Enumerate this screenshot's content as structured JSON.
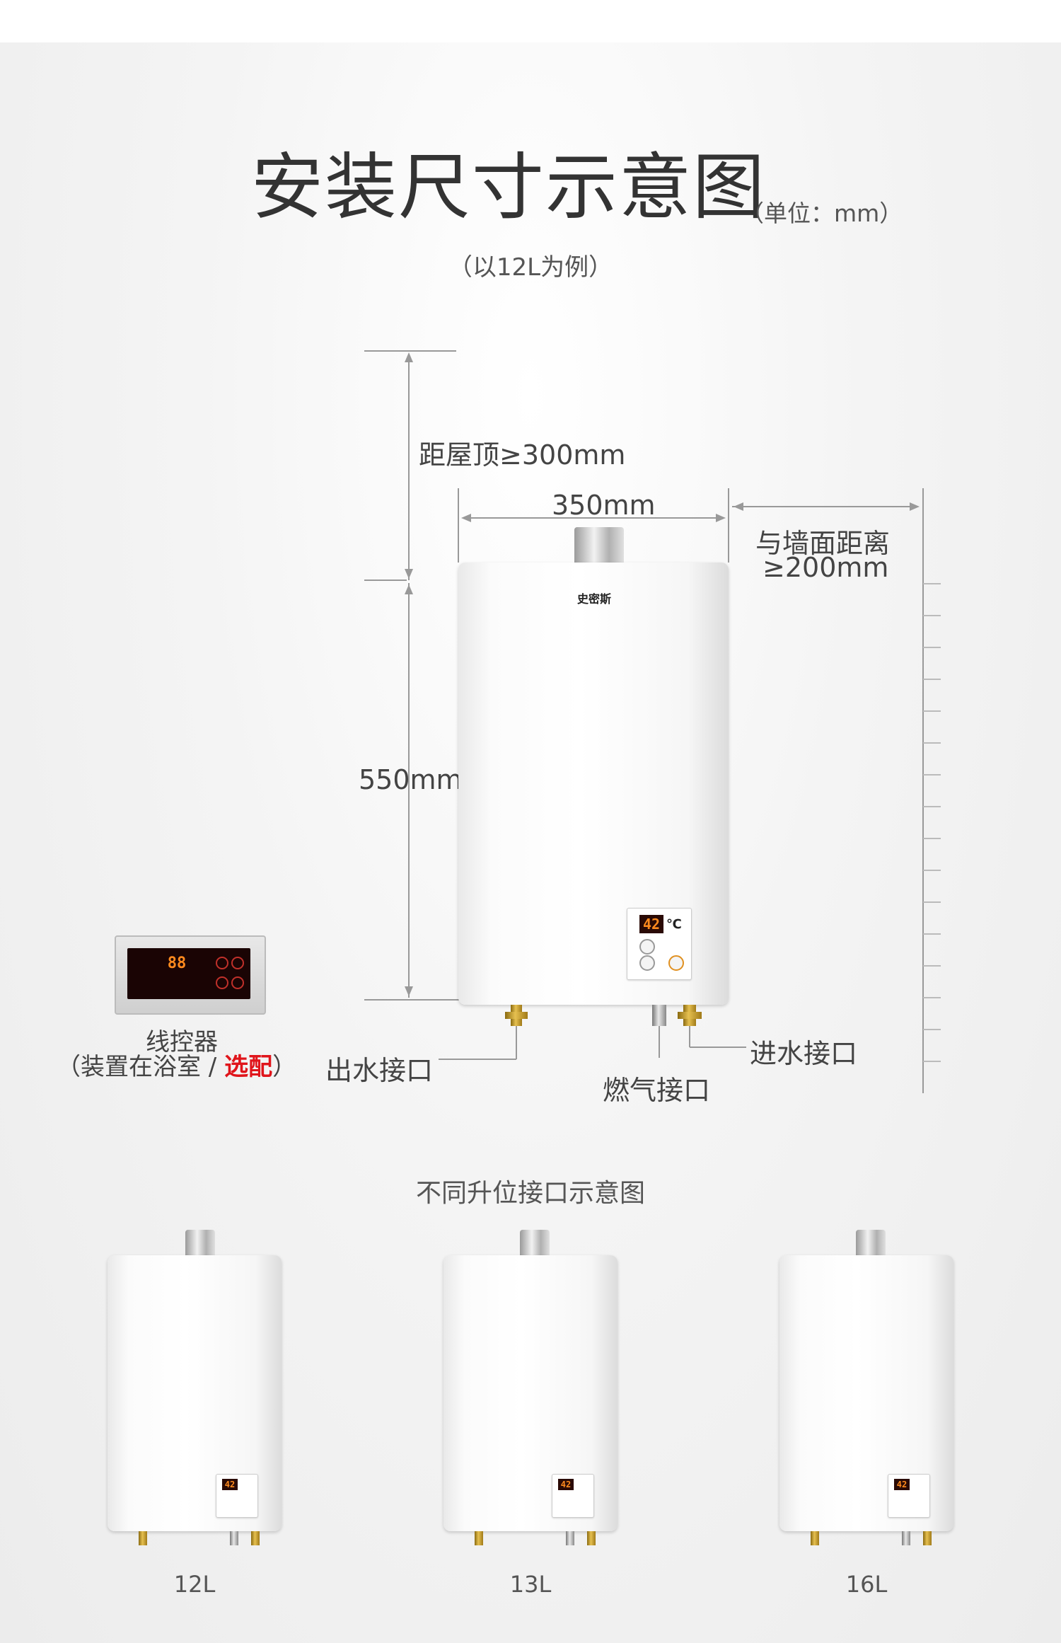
{
  "header": {
    "title": "安装尺寸示意图",
    "unit_note": "（单位：mm）",
    "subtitle": "（以12L为例）"
  },
  "main_diagram": {
    "top_clearance": "距屋顶≥300mm",
    "width": "350mm",
    "wall_distance_line1": "与墙面距离",
    "wall_distance_line2": "≥200mm",
    "height": "550mm",
    "brand": "史密斯",
    "display_value": "42",
    "display_unit": "℃"
  },
  "controller": {
    "label": "线控器",
    "note_prefix": "（装置在浴室 / ",
    "note_optional": "选配",
    "note_suffix": "）",
    "display_value": "88",
    "optional_color": "#e0151b"
  },
  "connectors": {
    "water_out": "出水接口",
    "gas": "燃气接口",
    "water_in": "进水接口"
  },
  "models_section": {
    "title": "不同升位接口示意图",
    "models": [
      {
        "label": "12L",
        "display_value": "42"
      },
      {
        "label": "13L",
        "display_value": "42"
      },
      {
        "label": "16L",
        "display_value": "42"
      }
    ]
  }
}
